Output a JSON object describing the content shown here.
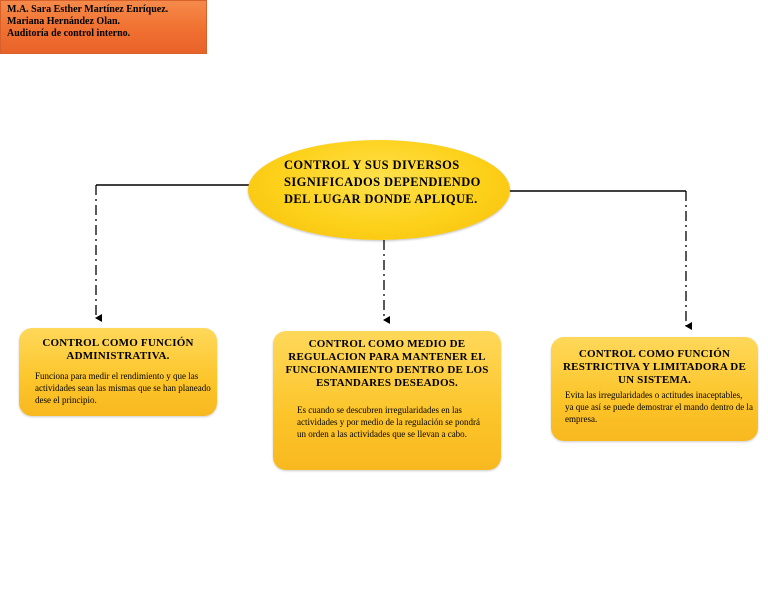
{
  "header": {
    "line1": "M.A. Sara Esther Martínez Enríquez.",
    "line2": "Mariana Hernández Olan.",
    "line3": "Auditoría de control interno."
  },
  "center": {
    "title": "CONTROL Y SUS DIVERSOS SIGNIFICADOS DEPENDIENDO DEL LUGAR DONDE APLIQUE."
  },
  "nodes": [
    {
      "title": "CONTROL COMO FUNCIÓN ADMINISTRATIVA.",
      "text": "Funciona para medir el rendimiento y que las actividades sean las mismas que se han planeado dese el principio."
    },
    {
      "title": "CONTROL COMO MEDIO DE REGULACION PARA MANTENER EL FUNCIONAMIENTO DENTRO DE LOS ESTANDARES DESEADOS.",
      "text": "Es cuando se descubren irregularidades en las actividades y por medio de la regulación se pondrá un orden a las actividades que se llevan a cabo."
    },
    {
      "title": "CONTROL COMO FUNCIÓN RESTRICTIVA Y LIMITADORA DE UN SISTEMA.",
      "text": "Evita las irregularidades o actitudes inaceptables, ya que así se puede demostrar el mando dentro de la empresa."
    }
  ],
  "colors": {
    "header": "#f07030",
    "node_fill": "#fcc52a",
    "center_fill": "#fdd11a",
    "connector": "#000000"
  }
}
